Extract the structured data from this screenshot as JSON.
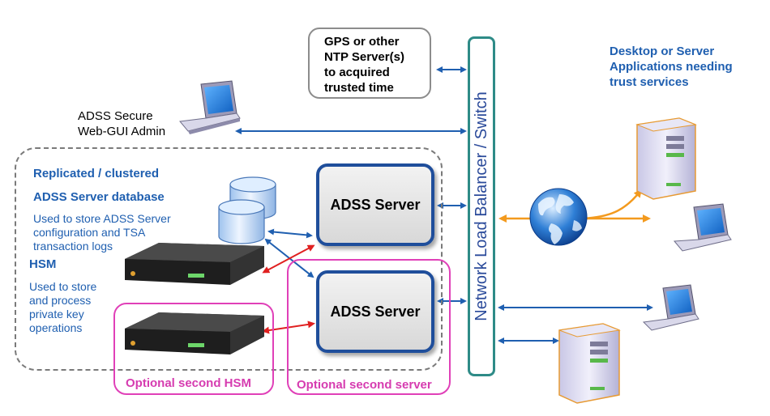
{
  "gps_box": {
    "lines": [
      "GPS or other",
      "NTP Server(s)",
      "to acquired",
      "trusted time"
    ]
  },
  "admin": {
    "lines": [
      "ADSS Secure",
      "Web-GUI  Admin"
    ]
  },
  "clients": {
    "lines": [
      "Desktop or Server",
      "Applications needing",
      "trust services"
    ]
  },
  "load_balancer": {
    "label": "Network Load Balancer / Switch"
  },
  "database": {
    "title_1": "Replicated / clustered",
    "title_2": "ADSS Server  database",
    "desc": [
      "Used to store ADSS Server",
      "configuration and TSA",
      "transaction logs"
    ]
  },
  "hsm": {
    "title": "HSM",
    "desc": [
      "Used to store",
      "and process",
      "private key",
      "operations"
    ]
  },
  "servers": [
    {
      "label": "ADSS Server"
    },
    {
      "label": "ADSS Server"
    }
  ],
  "optional": {
    "hsm_label": "Optional second HSM",
    "server_label": "Optional second server"
  },
  "colors": {
    "arrow_blue": "#1f5fb0",
    "arrow_red": "#e02020",
    "arrow_orange": "#f39a1e",
    "pink": "#e040b8",
    "teal": "#2e8b87",
    "server_border": "#1f4e9b"
  }
}
